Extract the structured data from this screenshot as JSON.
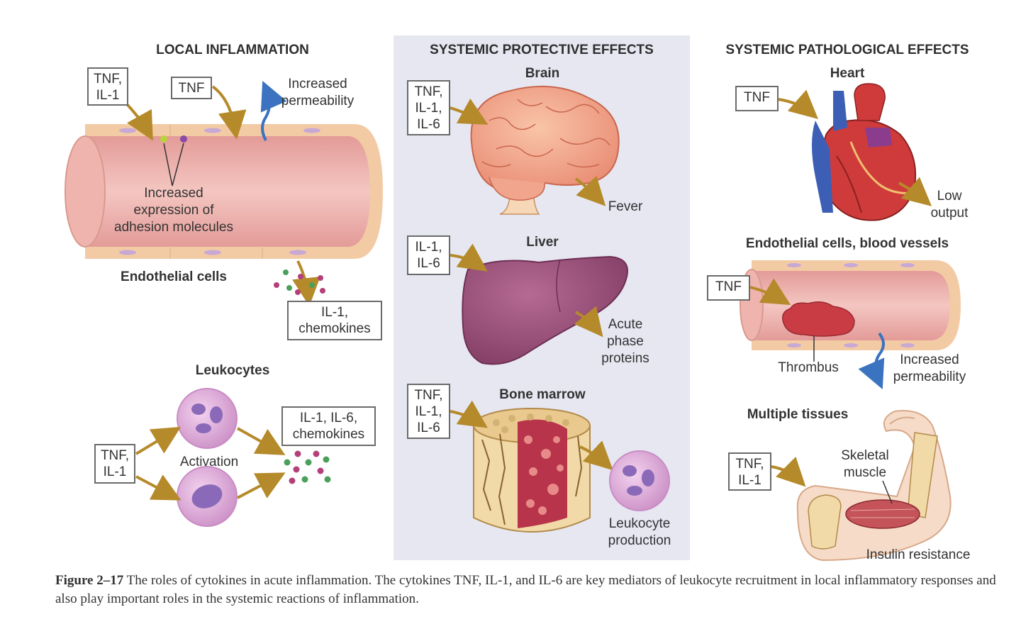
{
  "panels": {
    "local": {
      "title": "LOCAL INFLAMMATION",
      "tnf_il1_box": "TNF,\nIL-1",
      "tnf_box": "TNF",
      "increased_permeability": "Increased\npermeability",
      "adhesion_label": "Increased\nexpression of\nadhesion molecules",
      "endothelial_label": "Endothelial cells",
      "il1_chemokines_box": "IL-1,\nchemokines",
      "leukocytes_title": "Leukocytes",
      "leuko_tnf_box": "TNF,\nIL-1",
      "activation_label": "Activation",
      "leuko_output_box": "IL-1, IL-6,\nchemokines"
    },
    "protective": {
      "title": "SYSTEMIC PROTECTIVE EFFECTS",
      "background_color": "#e6e7f1",
      "brain_title": "Brain",
      "brain_box": "TNF,\nIL-1,\nIL-6",
      "fever_label": "Fever",
      "liver_title": "Liver",
      "liver_box": "IL-1,\nIL-6",
      "acute_label": "Acute\nphase\nproteins",
      "marrow_title": "Bone marrow",
      "marrow_box": "TNF,\nIL-1,\nIL-6",
      "leuko_production_label": "Leukocyte\nproduction"
    },
    "pathological": {
      "title": "SYSTEMIC PATHOLOGICAL EFFECTS",
      "heart_title": "Heart",
      "heart_box": "TNF",
      "low_output_label": "Low\noutput",
      "vessels_title": "Endothelial cells, blood vessels",
      "vessels_box": "TNF",
      "thrombus_label": "Thrombus",
      "increased_permeability": "Increased\npermeability",
      "tissues_title": "Multiple tissues",
      "tissues_box": "TNF,\nIL-1",
      "skeletal_label": "Skeletal\nmuscle",
      "insulin_label": "Insulin resistance"
    }
  },
  "caption": {
    "figure_label": "Figure 2–17",
    "text": "The roles of cytokines in acute inflammation. The cytokines TNF, IL-1, and IL-6 are key mediators of leukocyte recruitment in local inflammatory responses and also play important roles in the systemic reactions of inflammation."
  },
  "colors": {
    "arrow": "#b58a2a",
    "vessel_wall": "#f3cfa3",
    "vessel_lumen": "#e8a9a4",
    "blue_arrow": "#3b73c0",
    "cell_purple": "#d9a4d4",
    "nucleus": "#8a6ab8"
  }
}
